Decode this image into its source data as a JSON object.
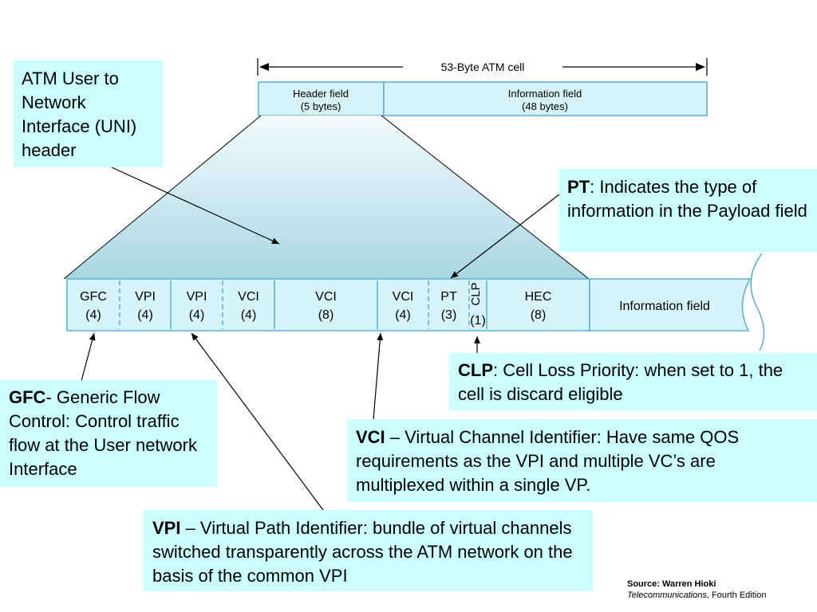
{
  "cell": {
    "total_label": "53-Byte ATM cell",
    "header_field": {
      "name": "Header field",
      "size": "(5 bytes)"
    },
    "info_field": {
      "name": "Information field",
      "size": "(48 bytes)"
    }
  },
  "header_fields": [
    {
      "name": "GFC",
      "size": "(4)"
    },
    {
      "name": "VPI",
      "size": "(4)"
    },
    {
      "name": "VPI",
      "size": "(4)"
    },
    {
      "name": "VCI",
      "size": "(4)"
    },
    {
      "name": "VCI",
      "size": "(8)"
    },
    {
      "name": "VCI",
      "size": "(4)"
    },
    {
      "name": "PT",
      "size": "(3)"
    },
    {
      "name": "CLP",
      "size": "(1)"
    },
    {
      "name": "HEC",
      "size": "(8)"
    }
  ],
  "row_info_field": "Information field",
  "callouts": {
    "uni": {
      "text": "ATM User to Network Interface (UNI) header"
    },
    "pt": {
      "term": "PT",
      "text": ": Indicates the type of information in the Payload field"
    },
    "clp": {
      "term": "CLP",
      "text": ": Cell Loss Priority: when set to 1, the cell is discard eligible"
    },
    "gfc": {
      "term": "GFC",
      "text": "- Generic Flow Control: Control traffic flow at the User network Interface"
    },
    "vci": {
      "term": "VCI",
      "text": " – Virtual Channel Identifier: Have same QOS requirements as the VPI and multiple VC’s are multiplexed within a single VP."
    },
    "vpi": {
      "term": "VPI",
      "text": " – Virtual Path Identifier: bundle of virtual channels switched transparently across the ATM network on the basis of the common VPI"
    }
  },
  "source": {
    "line1": "Source:  Warren Hioki",
    "book": "Telecommunications",
    "edition": ", Fourth Edition"
  },
  "colors": {
    "field_fill": "#d6f3f8",
    "field_border": "#5aaed0",
    "callout_fill": "#ccffff",
    "trapezoid_top": "#f2fbfd",
    "trapezoid_bottom": "#a9d6e3"
  }
}
